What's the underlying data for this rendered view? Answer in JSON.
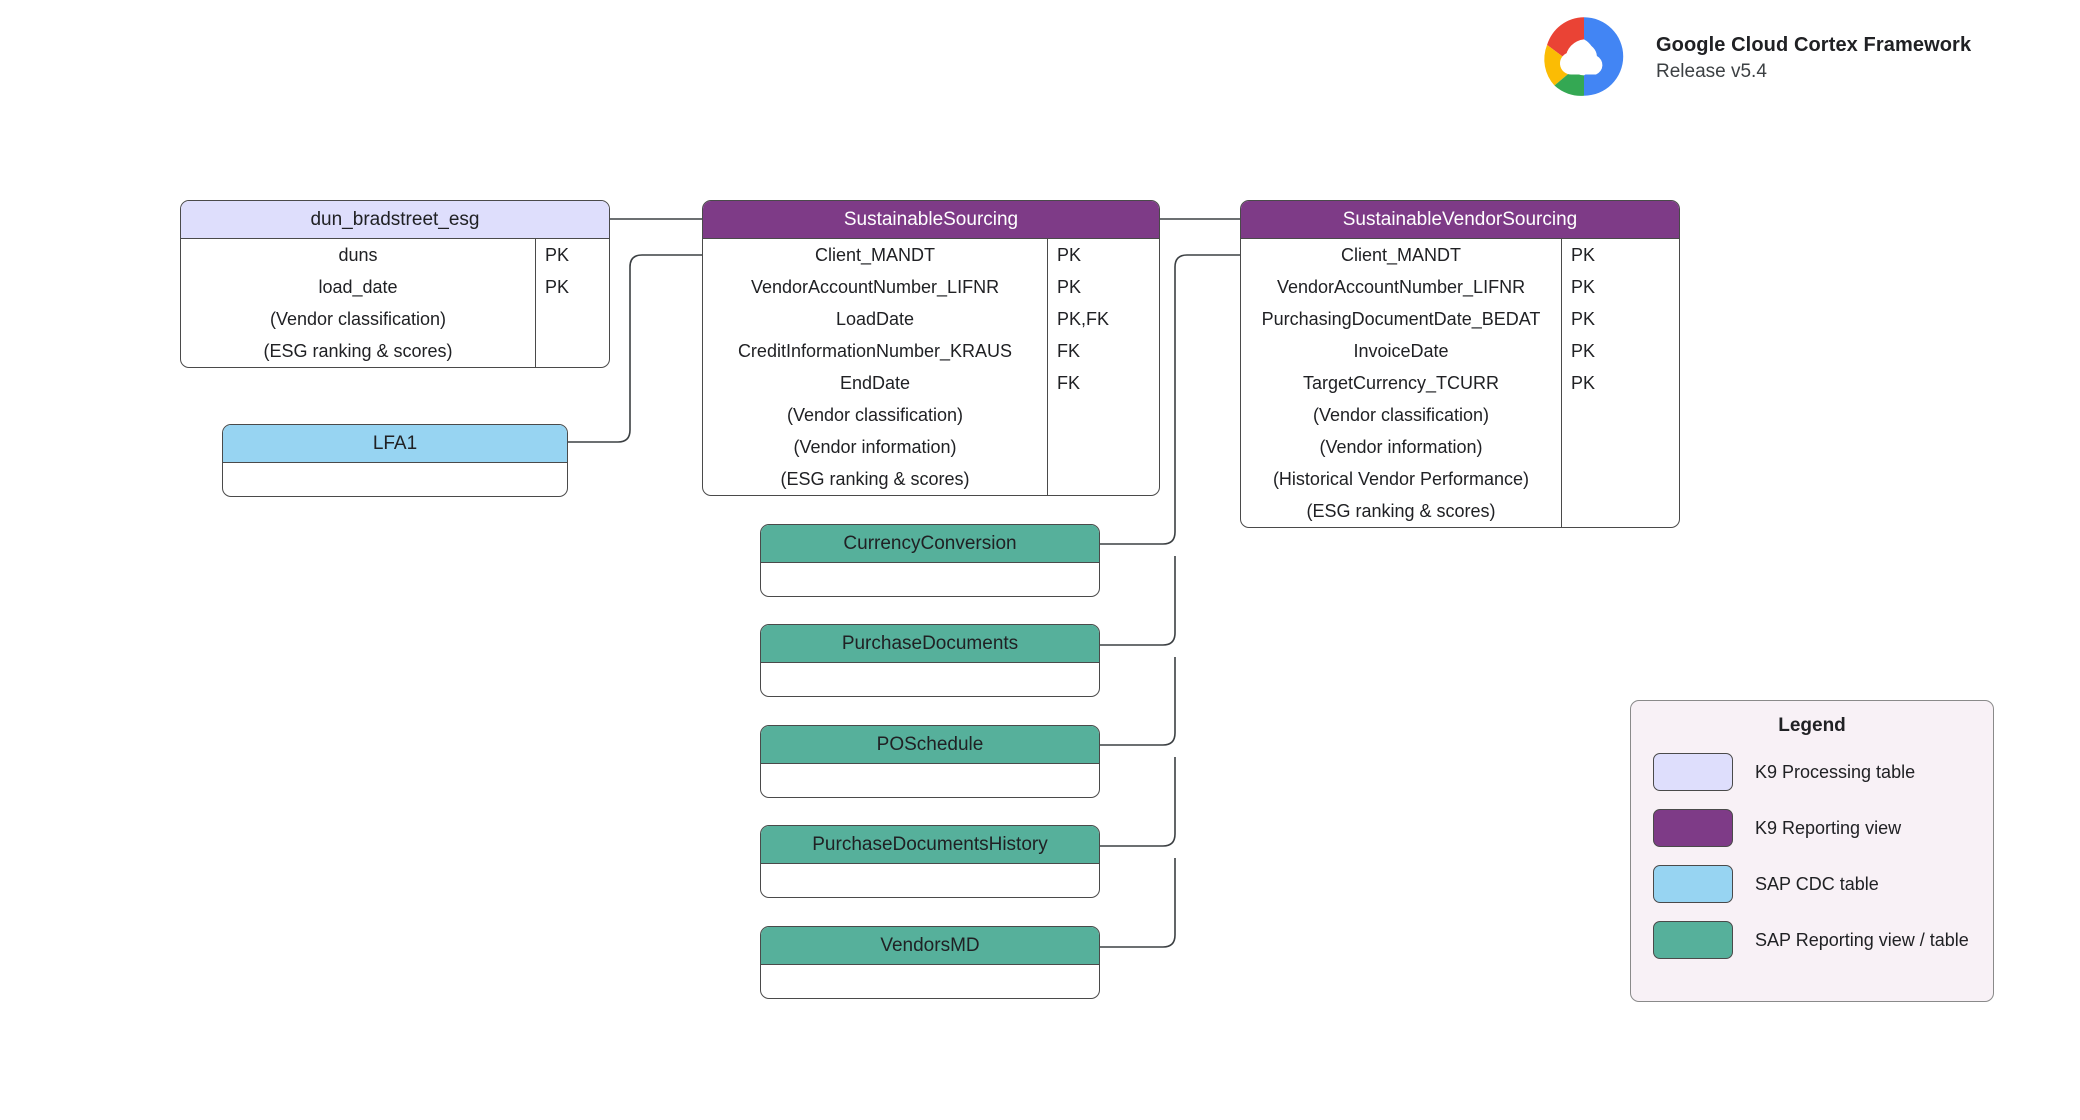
{
  "brand": {
    "title": "Google Cloud Cortex Framework",
    "release": "Release v5.4",
    "logo_icon": "google-cloud-logo",
    "colors": {
      "red": "#EA4335",
      "blue": "#4285F4",
      "yellow": "#FBBC04",
      "green": "#34A853",
      "white": "#FFFFFF"
    }
  },
  "palette": {
    "k9_processing_table": "#dedefc",
    "k9_reporting_view": "#7e3b87",
    "sap_cdc_table": "#97d4f2",
    "sap_reporting_view": "#56b09b",
    "border": "#4a4a4a",
    "legend_background": "#f8f1f6",
    "canvas": "#ffffff"
  },
  "entities": [
    {
      "id": "dun_bradstreet_esg",
      "name": "dun_bradstreet_esg",
      "type": "k9-processing-table",
      "fields": [
        {
          "name": "duns",
          "key": "PK"
        },
        {
          "name": "load_date",
          "key": "PK"
        },
        {
          "name": "(Vendor classification)",
          "key": ""
        },
        {
          "name": "(ESG ranking & scores)",
          "key": ""
        }
      ]
    },
    {
      "id": "sustainable_sourcing",
      "name": "SustainableSourcing",
      "type": "k9-reporting-view",
      "fields": [
        {
          "name": "Client_MANDT",
          "key": "PK"
        },
        {
          "name": "VendorAccountNumber_LIFNR",
          "key": "PK"
        },
        {
          "name": "LoadDate",
          "key": "PK,FK"
        },
        {
          "name": "CreditInformationNumber_KRAUS",
          "key": "FK"
        },
        {
          "name": "EndDate",
          "key": "FK"
        },
        {
          "name": "(Vendor classification)",
          "key": ""
        },
        {
          "name": "(Vendor information)",
          "key": ""
        },
        {
          "name": "(ESG ranking & scores)",
          "key": ""
        }
      ]
    },
    {
      "id": "sustainable_vendor_sourcing",
      "name": "SustainableVendorSourcing",
      "type": "k9-reporting-view",
      "fields": [
        {
          "name": "Client_MANDT",
          "key": "PK"
        },
        {
          "name": "VendorAccountNumber_LIFNR",
          "key": "PK"
        },
        {
          "name": "PurchasingDocumentDate_BEDAT",
          "key": "PK"
        },
        {
          "name": "InvoiceDate",
          "key": "PK"
        },
        {
          "name": "TargetCurrency_TCURR",
          "key": "PK"
        },
        {
          "name": "(Vendor classification)",
          "key": ""
        },
        {
          "name": "(Vendor information)",
          "key": ""
        },
        {
          "name": "(Historical Vendor Performance)",
          "key": ""
        },
        {
          "name": "(ESG ranking & scores)",
          "key": ""
        }
      ]
    },
    {
      "id": "lfa1",
      "name": "LFA1",
      "type": "sap-cdc-table",
      "fields": []
    },
    {
      "id": "currency_conversion",
      "name": "CurrencyConversion",
      "type": "sap-reporting-view",
      "fields": []
    },
    {
      "id": "purchase_documents",
      "name": "PurchaseDocuments",
      "type": "sap-reporting-view",
      "fields": []
    },
    {
      "id": "po_schedule",
      "name": "POSchedule",
      "type": "sap-reporting-view",
      "fields": []
    },
    {
      "id": "purchase_documents_history",
      "name": "PurchaseDocumentsHistory",
      "type": "sap-reporting-view",
      "fields": []
    },
    {
      "id": "vendors_md",
      "name": "VendorsMD",
      "type": "sap-reporting-view",
      "fields": []
    }
  ],
  "legend": {
    "title": "Legend",
    "items": [
      {
        "label": "K9 Processing table",
        "color": "#dedefc"
      },
      {
        "label": "K9 Reporting view",
        "color": "#7e3b87"
      },
      {
        "label": "SAP CDC table",
        "color": "#97d4f2"
      },
      {
        "label": "SAP Reporting view / table",
        "color": "#56b09b"
      }
    ]
  }
}
